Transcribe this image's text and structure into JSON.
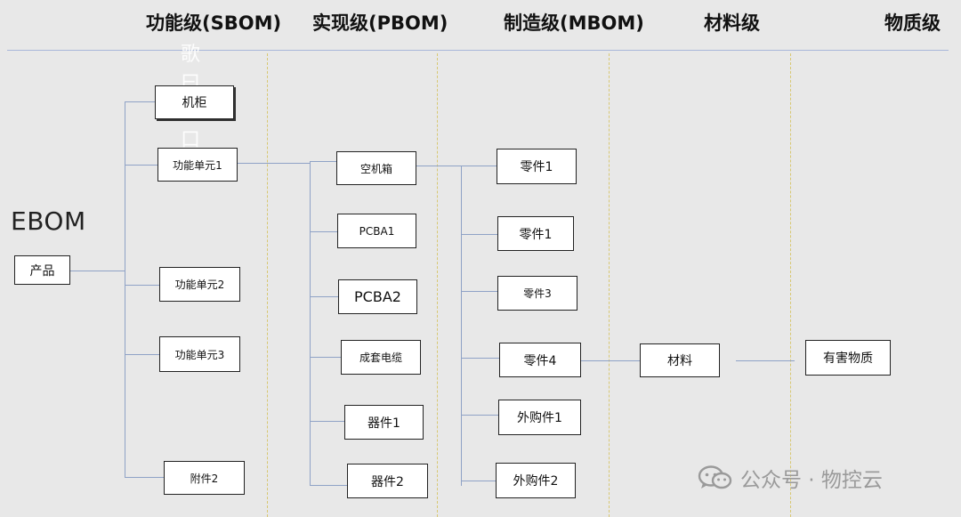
{
  "headers": {
    "functional": "功能级(SBOM)",
    "implementation": "实现级(PBOM)",
    "manufacturing": "制造级(MBOM)",
    "material": "材料级",
    "substance": "物质级"
  },
  "ebom_label": "EBOM",
  "overlay_text": "歌曰化口",
  "nodes": {
    "product": "产品",
    "cabinet": "机柜",
    "func_unit_1": "功能单元1",
    "func_unit_2": "功能单元2",
    "func_unit_3": "功能单元3",
    "accessory_2": "附件2",
    "empty_chassis": "空机箱",
    "pcba1": "PCBA1",
    "pcba2": "PCBA2",
    "cable_set": "成套电缆",
    "device_1": "器件1",
    "device_2": "器件2",
    "part_1a": "零件1",
    "part_1b": "零件1",
    "part_3": "零件3",
    "part_4": "零件4",
    "purchased_1": "外购件1",
    "purchased_2": "外购件2",
    "material": "材料",
    "hazardous_substance": "有害物质"
  },
  "watermark": {
    "text": "公众号 · 物控云",
    "icon": "wechat-icon"
  },
  "colors": {
    "background": "#e8e8e8",
    "connector": "#8fa2c6",
    "column_divider": "#d8c873",
    "header_rule": "#a9b8d9"
  }
}
